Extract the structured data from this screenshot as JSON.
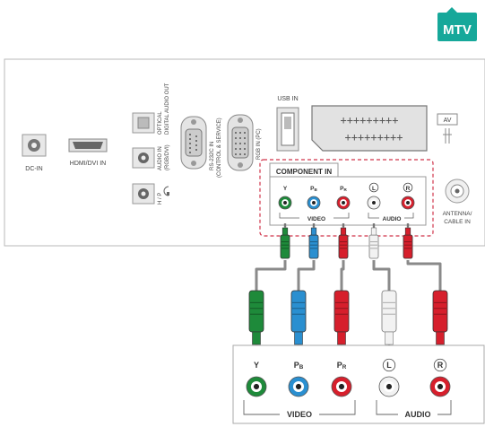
{
  "logo": {
    "text": "MTV",
    "bg": "#16a89a"
  },
  "panel": {
    "dc_in": "DC-IN",
    "hdmi": "HDMI/DVI IN",
    "optical_1": "OPTICAL",
    "optical_2": "DIGITAL AUDIO OUT",
    "audio_in_1": "AUDIO IN",
    "audio_in_2": "(RGB/DVI)",
    "headphone": "H / P",
    "rs232_1": "RS-232C IN",
    "rs232_2": "(CONTROL & SERVICE)",
    "rgb_in": "RGB IN (PC)",
    "usb_in": "USB IN",
    "av": "AV",
    "antenna_1": "ANTENNA/",
    "antenna_2": "CABLE IN"
  },
  "component_panel": {
    "title": "COMPONENT IN",
    "labels": [
      "Y",
      "PB",
      "PR",
      "L",
      "R"
    ],
    "video": "VIDEO",
    "audio": "AUDIO"
  },
  "device": {
    "labels": [
      "Y",
      "PB",
      "PR",
      "L",
      "R"
    ],
    "video": "VIDEO",
    "audio": "AUDIO"
  },
  "colors": {
    "green": "#1e8a3a",
    "blue": "#2a8fd0",
    "red": "#d61f2c",
    "white": "#f2f2f2",
    "highlight": "#d0354b",
    "cable": "#8a8a8a"
  }
}
